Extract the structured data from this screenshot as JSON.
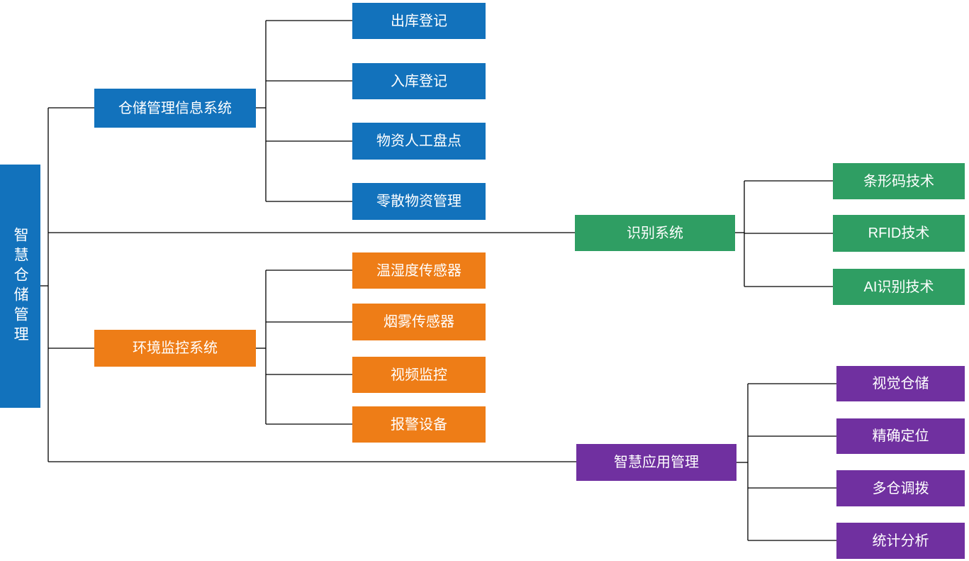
{
  "diagram": {
    "title": "智慧仓储管理",
    "line_color": "#000000",
    "text_color": "#FFFFFF",
    "root": {
      "label": "智慧仓储管理",
      "color": "#1272BC"
    },
    "branches": [
      {
        "label": "仓储管理信息系统",
        "color": "#1272BC",
        "children": [
          {
            "label": "出库登记"
          },
          {
            "label": "入库登记"
          },
          {
            "label": "物资人工盘点"
          },
          {
            "label": "零散物资管理"
          }
        ]
      },
      {
        "label": "识别系统",
        "color": "#2F9E63",
        "children": [
          {
            "label": "条形码技术"
          },
          {
            "label": "RFID技术"
          },
          {
            "label": "AI识别技术"
          }
        ]
      },
      {
        "label": "环境监控系统",
        "color": "#EE7D17",
        "children": [
          {
            "label": "温湿度传感器"
          },
          {
            "label": "烟雾传感器"
          },
          {
            "label": "视频监控"
          },
          {
            "label": "报警设备"
          }
        ]
      },
      {
        "label": "智慧应用管理",
        "color": "#7030A0",
        "children": [
          {
            "label": "视觉仓储"
          },
          {
            "label": "精确定位"
          },
          {
            "label": "多仓调拨"
          },
          {
            "label": "统计分析"
          }
        ]
      }
    ]
  }
}
